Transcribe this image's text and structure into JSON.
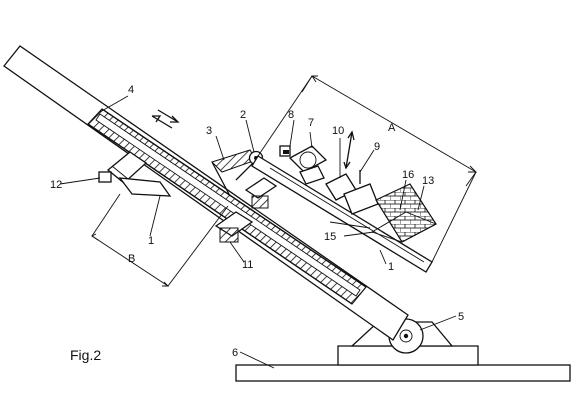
{
  "figure": {
    "caption": "Fig.2",
    "labels": {
      "l1a": "1",
      "l1b": "1",
      "l2": "2",
      "l3": "3",
      "l4": "4",
      "l5": "5",
      "l6": "6",
      "l7": "7",
      "l8": "8",
      "l9": "9",
      "l10": "10",
      "l11": "11",
      "l12": "12",
      "l13": "13",
      "l15": "15",
      "l16": "16",
      "dimA": "A",
      "dimB": "B"
    }
  }
}
